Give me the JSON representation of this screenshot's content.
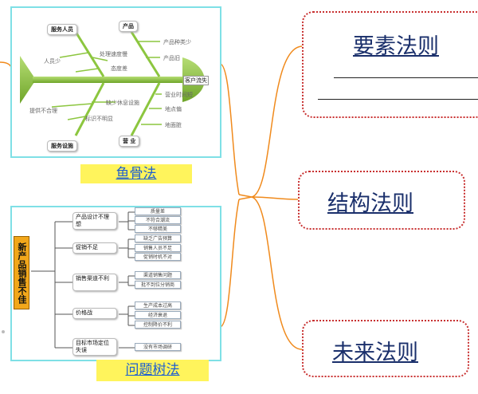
{
  "fishbone": {
    "categories": [
      "服务人员",
      "产品",
      "服务设施",
      "营 业"
    ],
    "head": "客户流失",
    "causes": {
      "people": [
        "人员少",
        "处理速度慢",
        "态度差"
      ],
      "product": [
        "产品种类少",
        "产品旧"
      ],
      "facility": [
        "缺少休息设施",
        "提供不合理",
        "标识不明显"
      ],
      "business": [
        "营业时间短",
        "地点偏",
        "地面脏"
      ]
    },
    "caption": "鱼骨法"
  },
  "tree": {
    "root": "新产品销售不佳",
    "branches": [
      {
        "label": "产品设计不理想",
        "leaves": [
          "质量差",
          "不符合潮流",
          "不够精美"
        ]
      },
      {
        "label": "促销不足",
        "leaves": [
          "缺乏广告预算",
          "销售人员不足",
          "促销时机不对"
        ]
      },
      {
        "label": "销售渠道不利",
        "leaves": [
          "渠道销售问题",
          "批不到位分销商"
        ]
      },
      {
        "label": "价格战",
        "leaves": [
          "生产成本过高",
          "经济衰退",
          "控制降价不利"
        ]
      },
      {
        "label": "目标市场定位失误",
        "leaves": [
          "没有市场调研"
        ]
      }
    ],
    "caption": "问题树法"
  },
  "rules": [
    {
      "label": "要素法则"
    },
    {
      "label": "结构法则"
    },
    {
      "label": "未来法则"
    }
  ],
  "colors": {
    "panel_border": "#7fe0e6",
    "caption_bg": "#fff45c",
    "caption_text": "#1d5fd0",
    "connector": "#f08a1c",
    "rule_border": "#c83030",
    "fish_green": "#8cc63f"
  }
}
